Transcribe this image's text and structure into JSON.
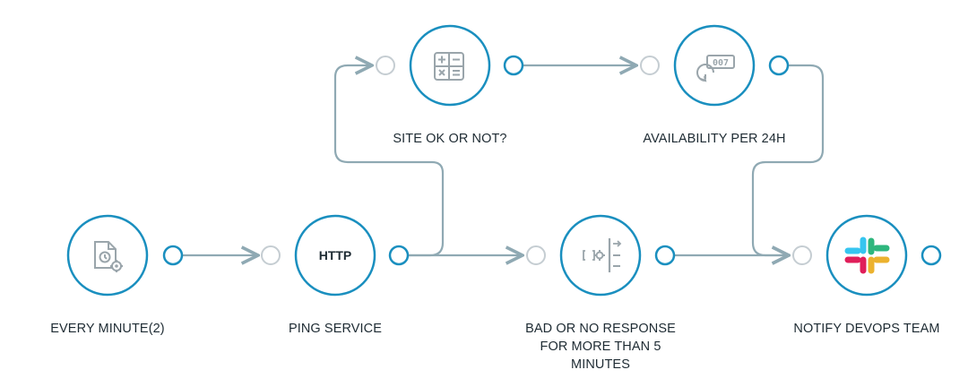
{
  "nodes": [
    {
      "id": "every-minute",
      "label": "EVERY MINUTE(2)",
      "icon": "scheduled-file-icon"
    },
    {
      "id": "ping-service",
      "label": "PING SERVICE",
      "icon": "http-text",
      "icon_text": "HTTP"
    },
    {
      "id": "site-ok",
      "label": "SITE OK OR NOT?",
      "icon": "calculator-icon"
    },
    {
      "id": "availability",
      "label": "AVAILABILITY PER 24H",
      "icon": "counter-history-icon",
      "icon_text": "007"
    },
    {
      "id": "bad-response",
      "label": "BAD OR NO RESPONSE FOR MORE THAN 5 MINUTES",
      "icon": "filter-settings-icon"
    },
    {
      "id": "notify-devops",
      "label": "NOTIFY DEVOPS TEAM",
      "icon": "slack-icon"
    }
  ],
  "edges": [
    {
      "from": "every-minute",
      "to": "ping-service"
    },
    {
      "from": "ping-service",
      "to": "site-ok"
    },
    {
      "from": "ping-service",
      "to": "bad-response"
    },
    {
      "from": "site-ok",
      "to": "availability"
    },
    {
      "from": "availability",
      "to": "notify-devops"
    },
    {
      "from": "bad-response",
      "to": "notify-devops"
    }
  ],
  "colors": {
    "node_stroke": "#1a8fbf",
    "connector_line": "#8fa9b3",
    "input_port": "#c5cdd2",
    "icon_gray": "#9aa5ab",
    "slack_red": "#e01e5a",
    "slack_blue": "#36c5f0",
    "slack_green": "#2eb67d",
    "slack_yellow": "#ecb22e"
  }
}
